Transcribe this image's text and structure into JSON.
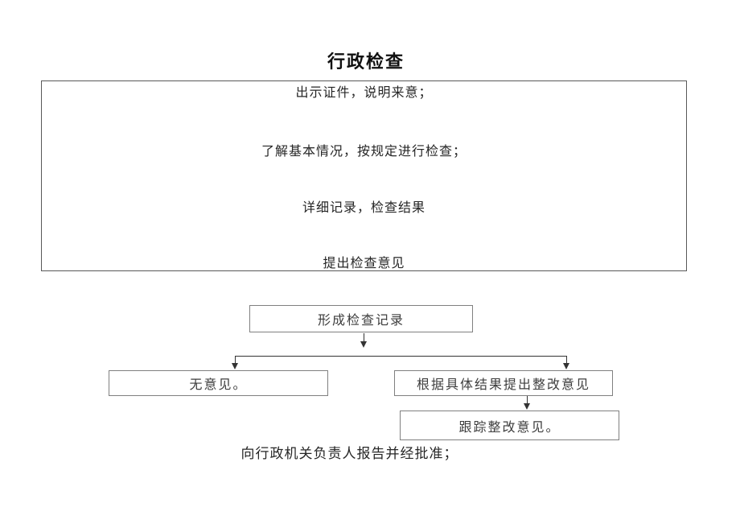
{
  "document": {
    "title": "行政检查",
    "process_steps": {
      "lines": [
        "出示证件，说明来意；",
        "了解基本情况，按规定进行检查；",
        "详细记录，检查结果",
        "提出检查意见"
      ]
    },
    "flowchart": {
      "nodes": {
        "record": "形成检查记录",
        "no_opinion": "无意见。",
        "rectification": "根据具体结果提出整改意见",
        "follow_up": "跟踪整改意见。"
      }
    },
    "footer_note": "向行政机关负责人报告并经批准；",
    "colors": {
      "outer_box_border": "#595959",
      "node_border": "#808080",
      "arrow": "#333333",
      "text": "#262626"
    }
  }
}
